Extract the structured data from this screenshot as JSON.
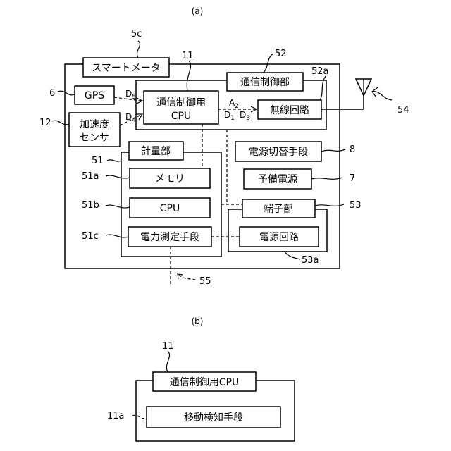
{
  "captions": {
    "a": "(a)",
    "b": "(b)"
  },
  "fig_a": {
    "smart_meter": "スマートメータ",
    "comm_control": "通信制御部",
    "gps": "GPS",
    "accel_line1": "加速度",
    "accel_line2": "センサ",
    "cpu_line1": "通信制御用",
    "cpu_line2": "CPU",
    "radio": "無線回路",
    "metering": "計量部",
    "memory": "メモリ",
    "cpu": "CPU",
    "power_measure": "電力測定手段",
    "power_switch": "電源切替手段",
    "backup_power": "予備電源",
    "terminal": "端子部",
    "power_circuit": "電源回路",
    "signals": {
      "d5": {
        "base": "D",
        "sub": "5"
      },
      "d4": {
        "base": "D",
        "sub": "4"
      },
      "a2": {
        "base": "A",
        "sub": "2"
      },
      "d1": {
        "base": "D",
        "sub": "1"
      },
      "d3": {
        "base": "D",
        "sub": "3"
      }
    },
    "refs": {
      "r5c": "5c",
      "r11": "11",
      "r52": "52",
      "r52a": "52a",
      "r6": "6",
      "r12": "12",
      "r54": "54",
      "r51": "51",
      "r51a": "51a",
      "r51b": "51b",
      "r51c": "51c",
      "r8": "8",
      "r7": "7",
      "r53": "53",
      "r53a": "53a",
      "r55": "55"
    }
  },
  "fig_b": {
    "cpu": "通信制御用CPU",
    "motion": "移動検知手段",
    "refs": {
      "r11": "11",
      "r11a": "11a"
    }
  }
}
